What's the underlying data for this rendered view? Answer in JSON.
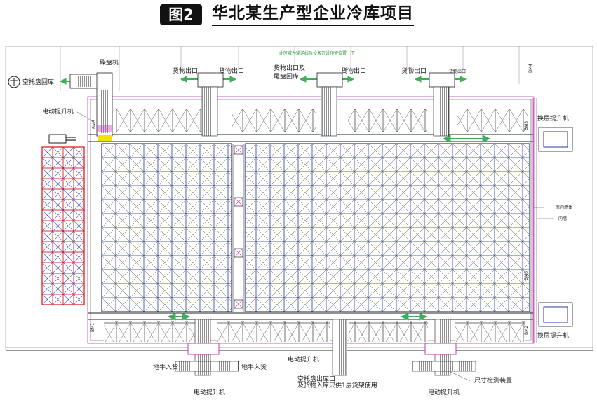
{
  "header": {
    "badge": "图2",
    "title": "华北某生产型企业冷库项目"
  },
  "plan": {
    "top_note": "此区域为输送线及设备开设预留位置一下",
    "labels": {
      "disk_machine": "碟盘机",
      "empty_pallet_return": "空托盘回库",
      "goods_out_1": "货物出口",
      "goods_out_2": "货物出口",
      "goods_out_3": "货物出口及",
      "goods_out_3b": "尾盘回库口",
      "goods_out_4": "货物出口",
      "goods_out_5": "货物出口",
      "goods_out_6": "货物出口",
      "electric_lift_left": "电动提升机",
      "transfer_lift_top": "换层提升机",
      "transfer_lift_bottom": "换层提升机",
      "wall_1": "库内墙体",
      "wall_2": "内墙",
      "ground_cattle_in_1": "地牛入货",
      "ground_cattle_in_2": "地牛入货",
      "electric_lift_bottom_left": "电动提升机",
      "electric_lift_bottom_mid": "电动提升机",
      "electric_lift_bottom_right": "电动提升机",
      "empty_pallet_out_1": "空托盘出库口",
      "empty_pallet_out_2": "及货物入库只供1层货架使用",
      "size_check": "尺寸检测装置"
    },
    "equipment_codes": {
      "code_1": "BM4",
      "code_2": "BM5",
      "code_3": "BM3",
      "code_4": "BM6",
      "code_5": "BM2",
      "code_6": "BM1"
    }
  },
  "colors": {
    "rack_grid": "#2b3aa8",
    "rack_cross": "#444444",
    "left_rack": "#e03030",
    "arrow": "#3fae5a",
    "conveyor": "#222222",
    "wall_line": "#c43ab6"
  }
}
